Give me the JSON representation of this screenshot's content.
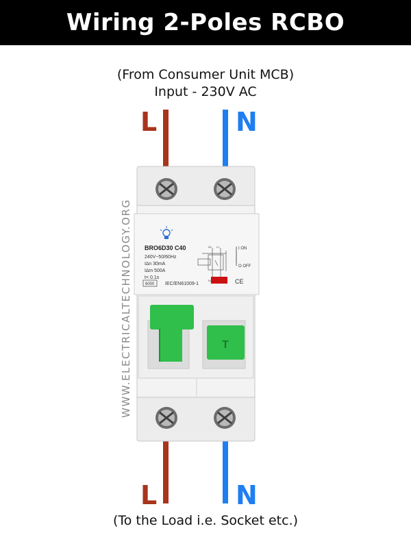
{
  "title": "Wiring 2-Poles RCBO",
  "input": {
    "line1": "(From Consumer Unit MCB)",
    "line2": "Input - 230V AC"
  },
  "output": {
    "caption": "(To the Load i.e. Socket etc.)"
  },
  "labels": {
    "live": "L",
    "neutral": "N"
  },
  "watermark": "WWW.ELECTRICALTECHNOLOGY.ORG",
  "device": {
    "model": "BRO6D30 C40",
    "rating": "240V~50/60Hz",
    "residual_current": "I∆n  30mA",
    "breaking": "I∆m  500A",
    "trip_time": "t< 0.1s",
    "code_box": "6000",
    "standard": "IEC/EN61009-1",
    "on_label": "I ON",
    "off_label": "O OFF",
    "ce_mark": "CE",
    "toggle_label": "T",
    "schematic_terminals": [
      "N1",
      "L1",
      "N2",
      "L2"
    ]
  },
  "colors": {
    "live": "#a8341c",
    "neutral": "#1f7ef0",
    "lever": "#2fbf4a",
    "header_bg": "#000000"
  }
}
